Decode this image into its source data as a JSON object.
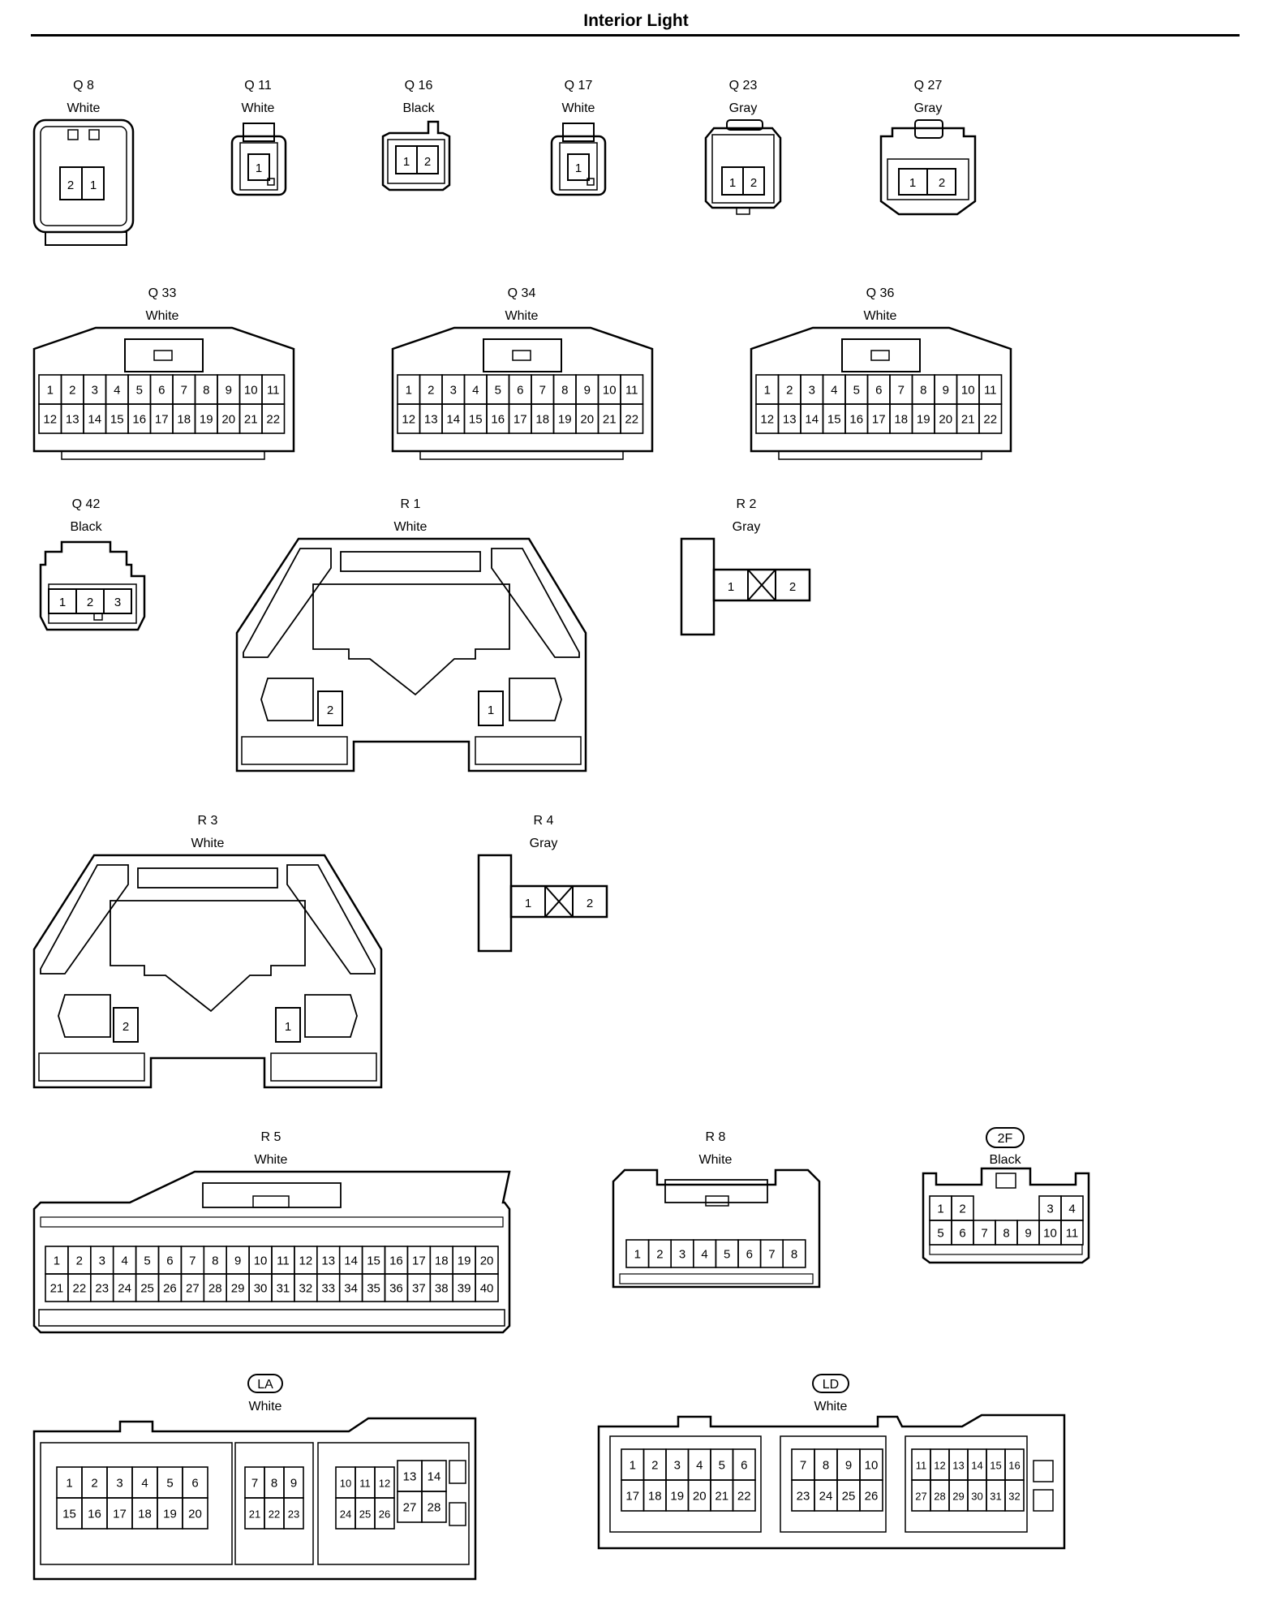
{
  "page": {
    "title": "Interior Light"
  },
  "connectors": [
    {
      "id": "q8",
      "code": "Q 8",
      "color": "White",
      "pins": [
        "2",
        "1"
      ]
    },
    {
      "id": "q11",
      "code": "Q 11",
      "color": "White",
      "pins": [
        "1"
      ]
    },
    {
      "id": "q16",
      "code": "Q 16",
      "color": "Black",
      "pins": [
        "1",
        "2"
      ]
    },
    {
      "id": "q17",
      "code": "Q 17",
      "color": "White",
      "pins": [
        "1"
      ]
    },
    {
      "id": "q23",
      "code": "Q 23",
      "color": "Gray",
      "pins": [
        "1",
        "2"
      ]
    },
    {
      "id": "q27",
      "code": "Q 27",
      "color": "Gray",
      "pins": [
        "1",
        "2"
      ]
    },
    {
      "id": "q33",
      "code": "Q 33",
      "color": "White",
      "rows": [
        [
          "1",
          "2",
          "3",
          "4",
          "5",
          "6",
          "7",
          "8",
          "9",
          "10",
          "11"
        ],
        [
          "12",
          "13",
          "14",
          "15",
          "16",
          "17",
          "18",
          "19",
          "20",
          "21",
          "22"
        ]
      ]
    },
    {
      "id": "q34",
      "code": "Q 34",
      "color": "White",
      "rows": [
        [
          "1",
          "2",
          "3",
          "4",
          "5",
          "6",
          "7",
          "8",
          "9",
          "10",
          "11"
        ],
        [
          "12",
          "13",
          "14",
          "15",
          "16",
          "17",
          "18",
          "19",
          "20",
          "21",
          "22"
        ]
      ]
    },
    {
      "id": "q36",
      "code": "Q 36",
      "color": "White",
      "rows": [
        [
          "1",
          "2",
          "3",
          "4",
          "5",
          "6",
          "7",
          "8",
          "9",
          "10",
          "11"
        ],
        [
          "12",
          "13",
          "14",
          "15",
          "16",
          "17",
          "18",
          "19",
          "20",
          "21",
          "22"
        ]
      ]
    },
    {
      "id": "q42",
      "code": "Q 42",
      "color": "Black",
      "pins": [
        "1",
        "2",
        "3"
      ]
    },
    {
      "id": "r1",
      "code": "R 1",
      "color": "White",
      "pins": [
        "2",
        "1"
      ]
    },
    {
      "id": "r2",
      "code": "R 2",
      "color": "Gray",
      "pins": [
        "1",
        "2"
      ]
    },
    {
      "id": "r3",
      "code": "R 3",
      "color": "White",
      "pins": [
        "2",
        "1"
      ]
    },
    {
      "id": "r4",
      "code": "R 4",
      "color": "Gray",
      "pins": [
        "1",
        "2"
      ]
    },
    {
      "id": "r5",
      "code": "R 5",
      "color": "White",
      "rows": [
        [
          "1",
          "2",
          "3",
          "4",
          "5",
          "6",
          "7",
          "8",
          "9",
          "10",
          "11",
          "12",
          "13",
          "14",
          "15",
          "16",
          "17",
          "18",
          "19",
          "20"
        ],
        [
          "21",
          "22",
          "23",
          "24",
          "25",
          "26",
          "27",
          "28",
          "29",
          "30",
          "31",
          "32",
          "33",
          "34",
          "35",
          "36",
          "37",
          "38",
          "39",
          "40"
        ]
      ]
    },
    {
      "id": "r8",
      "code": "R 8",
      "color": "White",
      "rows": [
        [
          "1",
          "2",
          "3",
          "4",
          "5",
          "6",
          "7",
          "8"
        ]
      ]
    },
    {
      "id": "2f",
      "code": "2F",
      "color": "Black",
      "rows": [
        [
          "1",
          "2",
          "3",
          "4"
        ],
        [
          "5",
          "6",
          "7",
          "8",
          "9",
          "10",
          "11"
        ]
      ]
    },
    {
      "id": "la",
      "code": "LA",
      "color": "White",
      "groups": [
        {
          "rows": [
            [
              "1",
              "2",
              "3",
              "4",
              "5",
              "6"
            ],
            [
              "15",
              "16",
              "17",
              "18",
              "19",
              "20"
            ]
          ]
        },
        {
          "rows": [
            [
              "7",
              "8",
              "9"
            ],
            [
              "21",
              "22",
              "23"
            ]
          ]
        },
        {
          "rows": [
            [
              "10",
              "11",
              "12"
            ],
            [
              "24",
              "25",
              "26"
            ]
          ]
        },
        {
          "rows": [
            [
              "13",
              "14"
            ],
            [
              "27",
              "28"
            ]
          ]
        }
      ]
    },
    {
      "id": "ld",
      "code": "LD",
      "color": "White",
      "groups": [
        {
          "rows": [
            [
              "1",
              "2",
              "3",
              "4",
              "5",
              "6"
            ],
            [
              "17",
              "18",
              "19",
              "20",
              "21",
              "22"
            ]
          ]
        },
        {
          "rows": [
            [
              "7",
              "8",
              "9",
              "10"
            ],
            [
              "23",
              "24",
              "25",
              "26"
            ]
          ]
        },
        {
          "rows": [
            [
              "11",
              "12",
              "13",
              "14",
              "15",
              "16"
            ],
            [
              "27",
              "28",
              "29",
              "30",
              "31",
              "32"
            ]
          ]
        }
      ]
    }
  ]
}
